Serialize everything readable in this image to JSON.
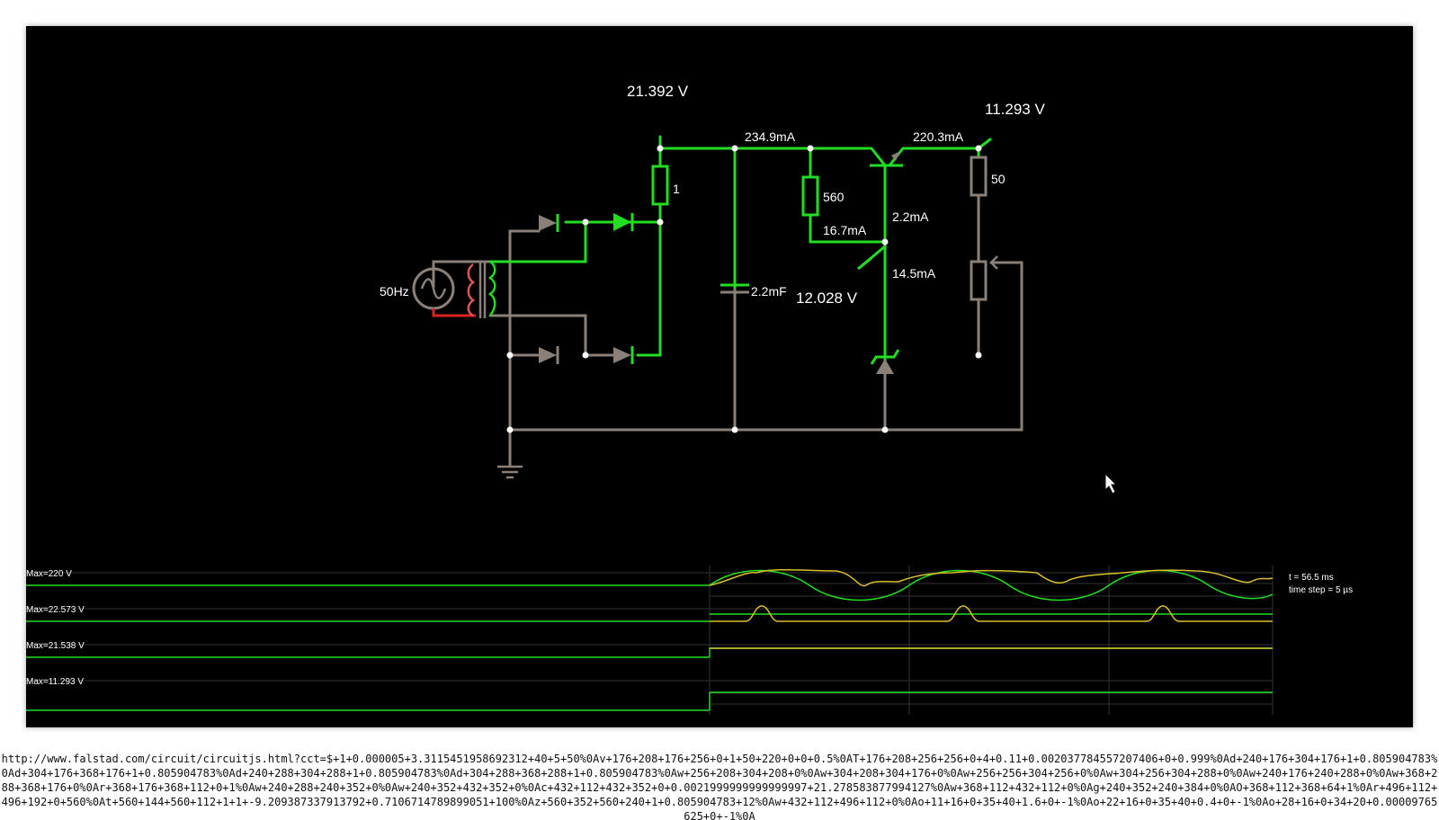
{
  "circuit": {
    "labels": {
      "node_top_voltage": "21.392 V",
      "node_right_voltage": "11.293 V",
      "node_mid_voltage": "12.028 V",
      "current_main": "234.9mA",
      "current_right": "220.3mA",
      "current_base": "2.2mA",
      "current_bias": "16.7mA",
      "current_zener": "14.5mA",
      "resistor_1": "1",
      "resistor_560": "560",
      "resistor_50": "50",
      "capacitor": "2.2mF",
      "source_freq": "50Hz"
    },
    "colors": {
      "positive": "#22dd22",
      "neutral": "#8a8078",
      "negative": "#dd2222",
      "wire_white": "#ffffff"
    }
  },
  "scope": {
    "traces": [
      {
        "max_label": "Max=220 V"
      },
      {
        "max_label": "Max=22.573 V"
      },
      {
        "max_label": "Max=21.538 V"
      },
      {
        "max_label": "Max=11.293 V"
      }
    ],
    "info": {
      "time": "t = 56.5 ms",
      "timestep": "time step = 5 µs"
    }
  },
  "url_text": "http://www.falstad.com/circuit/circuitjs.html?cct=$+1+0.000005+3.3115451958692312+40+5+50%0Av+176+208+176+256+0+1+50+220+0+0+0.5%0AT+176+208+256+256+0+4+0.11+0.002037784557207406+0+0.999%0Ad+240+176+304+176+1+0.805904783%0Ad+304+176+368+176+1+0.805904783%0Ad+240+288+304+288+1+0.805904783%0Ad+304+288+368+288+1+0.805904783%0Aw+256+208+304+208+0%0Aw+304+208+304+176+0%0Aw+256+256+304+256+0%0Aw+304+256+304+288+0%0Aw+240+176+240+288+0%0Aw+368+288+368+176+0%0Ar+368+176+368+112+0+1%0Aw+240+288+240+352+0%0Aw+240+352+432+352+0%0Ac+432+112+432+352+0+0.0021999999999999997+21.278583877994127%0Aw+368+112+432+112+0%0Ag+240+352+240+384+0%0AO+368+112+368+64+1%0Ar+496+112+496+192+0+560%0At+560+144+560+112+1+1+-9.209387337913792+0.7106714789899051+100%0Az+560+352+560+240+1+0.805904783+12%0Aw+432+112+496+112+0%0Ao+11+16+0+35+40+1.6+0+-1%0Ao+22+16+0+35+40+0.4+0+-1%0Ao+28+16+0+34+20+0.00009765625+0+-1%0A"
}
